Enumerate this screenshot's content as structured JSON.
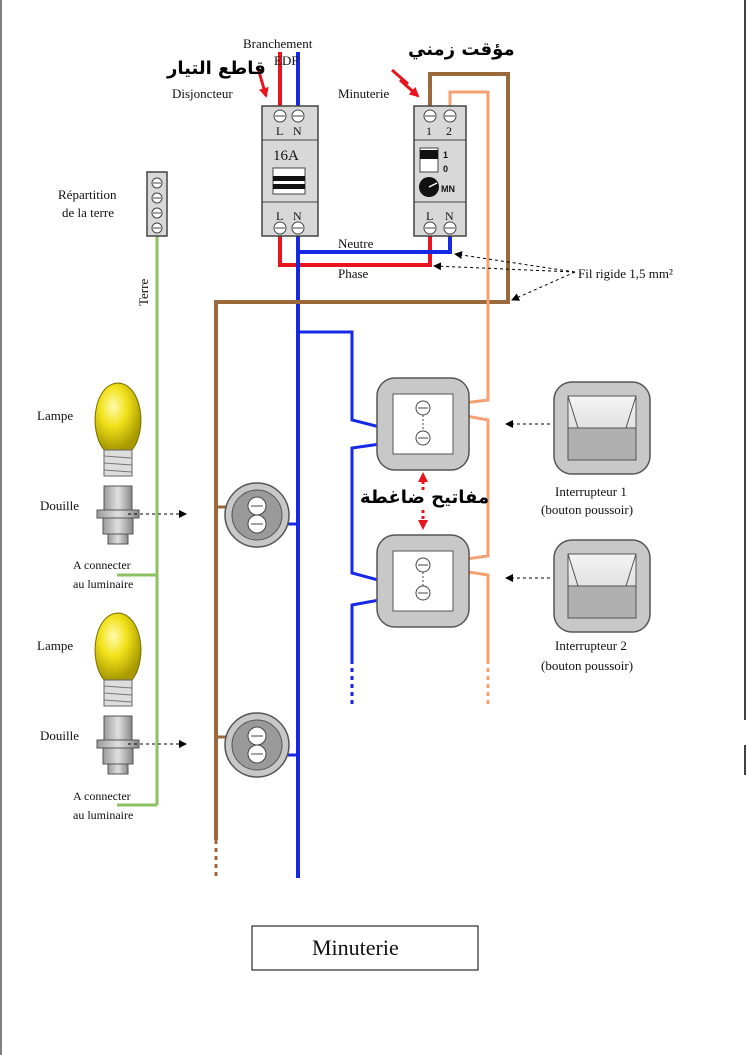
{
  "labels": {
    "branchement_1": "Branchement",
    "branchement_2": "EDF",
    "breaker_arabic": "قاطع التيار",
    "timer_arabic": "مؤقت زمني",
    "disjoncteur": "Disjoncteur",
    "minuterie": "Minuterie",
    "repartition_1": "Répartition",
    "repartition_2": "de la terre",
    "terre": "Terre",
    "neutre": "Neutre",
    "phase": "Phase",
    "fil_rigide": "Fil rigide 1,5 mm²",
    "lampe_1": "Lampe",
    "douille_1": "Douille",
    "connect_1a": "A connecter",
    "connect_1b": "au luminaire",
    "lampe_2": "Lampe",
    "douille_2": "Douille",
    "connect_2a": "A connecter",
    "connect_2b": "au luminaire",
    "pushbuttons_arabic": "مفاتيح ضاغطة",
    "switch_1a": "Interrupteur 1",
    "switch_1b": "(bouton poussoir)",
    "switch_2a": "Interrupteur 2",
    "switch_2b": "(bouton poussoir)",
    "caption": "Minuterie"
  },
  "breaker": {
    "rating": "16A",
    "term_top_l": "L",
    "term_top_n": "N",
    "term_bot_l": "L",
    "term_bot_n": "N"
  },
  "timer": {
    "term_top_1": "1",
    "term_top_2": "2",
    "switch_on": "1",
    "switch_off": "0",
    "mode": "MN",
    "term_bot_l": "L",
    "term_bot_n": "N"
  },
  "colors": {
    "phase": "#e8141e",
    "neutral": "#1428e6",
    "earth": "#8cc060",
    "return": "#9a6a3c",
    "switched": "#f5a070",
    "device_body": "#cfcfcf",
    "device_border": "#555555",
    "bulb": "#f0e010",
    "annotation": "#e8141e"
  }
}
